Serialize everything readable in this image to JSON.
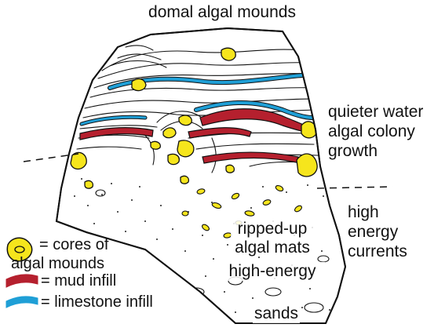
{
  "labels": {
    "top": "domal algal mounds",
    "quiet": [
      "quieter water",
      "algal colony",
      "growth"
    ],
    "high": [
      "high",
      "energy",
      "currents"
    ],
    "ripped": [
      "ripped-up",
      "algal mats"
    ],
    "high_energy": "high-energy",
    "sands": "sands"
  },
  "legend": {
    "cores": [
      "= cores of",
      "algal mounds"
    ],
    "mud": "= mud infill",
    "limestone": "= limestone infill"
  },
  "colors": {
    "mound_core": "#f6e51c",
    "mud_infill": "#b5202e",
    "limestone_infill": "#1f9fd6",
    "outline": "#111111"
  }
}
